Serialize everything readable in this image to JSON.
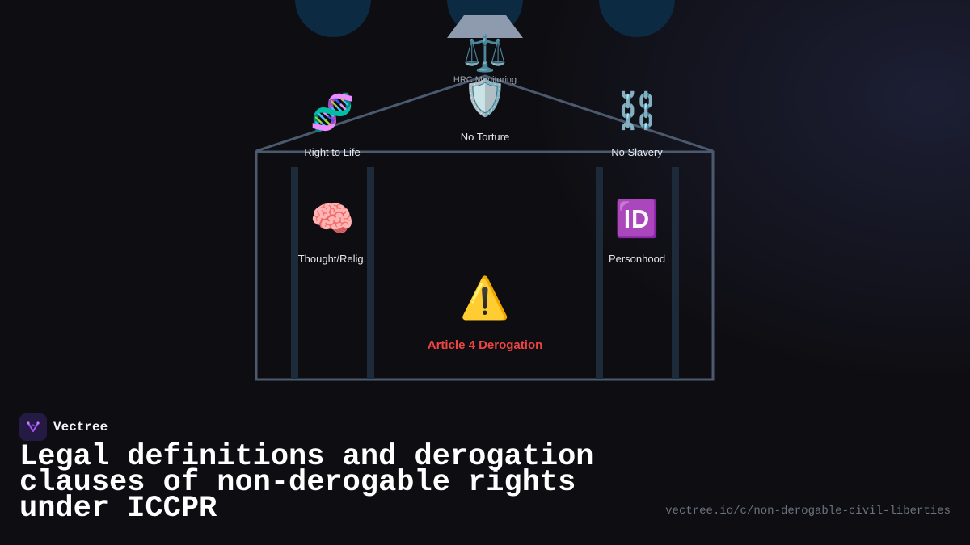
{
  "diagram": {
    "top": {
      "icon": "⚖️",
      "icon_name": "scales-icon",
      "label": "HRC Monitoring"
    },
    "roof": [
      {
        "key": "life",
        "icon": "🧬",
        "icon_name": "dna-icon",
        "label": "Right to Life"
      },
      {
        "key": "torture",
        "icon": "🛡️",
        "icon_name": "shield-icon",
        "label": "No Torture"
      },
      {
        "key": "slavery",
        "icon": "⛓️",
        "icon_name": "chains-icon",
        "label": "No Slavery"
      }
    ],
    "inner": [
      {
        "key": "thought",
        "icon": "🧠",
        "icon_name": "brain-icon",
        "label": "Thought/Relig."
      },
      {
        "key": "personhood",
        "icon": "🆔",
        "icon_name": "id-icon",
        "label": "Personhood"
      }
    ],
    "warning": {
      "icon": "⚠️",
      "icon_name": "warning-icon",
      "label": "Article 4 Derogation"
    },
    "colors": {
      "warning": "#ef4444",
      "outline": "#4b5a6e",
      "pillar": "#1c2a3a",
      "circle": "#0c2b42"
    }
  },
  "brand": {
    "name": "Vectree"
  },
  "title": "Legal definitions and derogation clauses of non-derogable rights under ICCPR",
  "url": "vectree.io/c/non-derogable-civil-liberties"
}
